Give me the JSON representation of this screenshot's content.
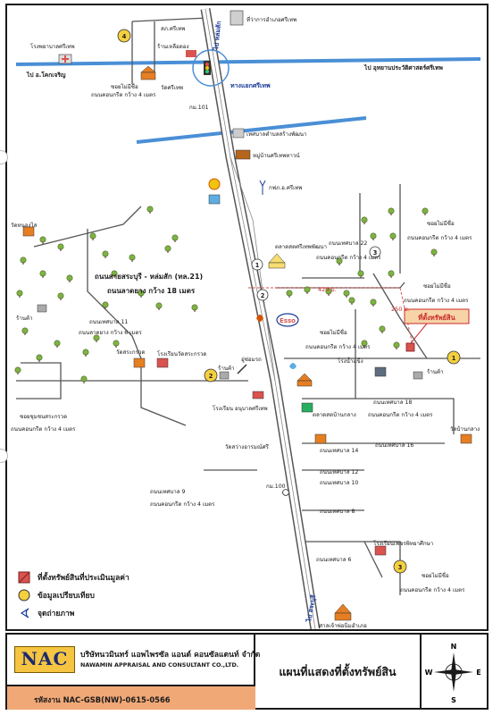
{
  "map": {
    "labels": {
      "hospital": "โรงพยาบาลศรีเทพ",
      "to_lopburi": "ไป อ.โคกเจริญ",
      "to_prasat": "ไป อุทยานประวัติศาสตร์ศรีเทพ",
      "police": "สภ.ศรีเทพ",
      "district_office": "ที่ว่าการอำเภอศรีเทพ",
      "hardware_shop": "ร้านเหลือดอง",
      "intersection": "ทางแยกศรีเทพ",
      "soi_nw": "ซอยไม่มีชื่อ",
      "soi_nw_road": "ถนนคอนกรีต กว้าง 4 เมตร",
      "wat_srithep": "วัดศรีเทพ",
      "km101": "กม.101",
      "municipality": "เทศบาลตำบลสร้างพัฒนา",
      "village": "หมู่บ้านศรีเทพทาวน์",
      "electric": "กฟภ.อ.ศรีเทพ",
      "wat_nongsai": "วัดหนองไส",
      "shop_left": "ร้านค้า",
      "market": "ตลาดสดศรีเทพพัฒนา",
      "road21_name": "ถนนสายสระบุรี - หล่มสัก (ทล.21)",
      "road21_width": "ถนนลาดยาง กว้าง 18 เมตร",
      "dist_420": "420 ม.",
      "dist_250": "250 ม.",
      "tesaban22": "ถนนเทศบาล 22",
      "tesaban22_road": "ถนนคอนกรีต กว้าง 4 เมตร",
      "soi_ne1": "ซอยไม่มีชื่อ",
      "soi_ne1_road": "ถนนคอนกรีต กว้าง 4 เมตร",
      "soi_ne2": "ซอยไม่มีชื่อ",
      "soi_ne2_road": "ถนนคอนกรีต กว้าง 4 เมตร",
      "soi_mid": "ซอยไม่มีชื่อ",
      "soi_mid_road": "ถนนคอนกรีต กว้าง 4 เมตร",
      "property": "ที่ตั้งทรัพย์สิน",
      "shop_right": "ร้านค้า",
      "restaurant": "โรงน้ำแข็ง",
      "tesaban11": "ถนนเทศบาล 11",
      "tesaban11_road": "ถนนลาดยาง กว้าง 6 เมตร",
      "wat_sakruat": "วัดสระกรวด",
      "school_sakruat": "โรงเรียนวัดสระกรวด",
      "esso": "Esso",
      "car_repair": "อู่ซ่อมรถ",
      "shop_mid": "ร้านค้า",
      "soi_chumchon": "ซอยชุมชนสระกรวด",
      "soi_chumchon_road": "ถนนคอนกรีต กว้าง 4 เมตร",
      "school_anuban": "โรงเรียน อนุบาลศรีเทพ",
      "market_klang": "ตลาดสดบ้านกลาง",
      "tesaban18": "ถนนเทศบาล 18",
      "tesaban18_road": "ถนนคอนกรีต กว้าง 4 เมตร",
      "wat_bankang": "วัดบ้านกลาง",
      "wat_sawang": "วัดสว่างอารมณ์ศรี",
      "tesaban14": "ถนนเทศบาล 14",
      "tesaban16": "ถนนเทศบาล 16",
      "tesaban12": "ถนนเทศบาล 12",
      "tesaban10": "ถนนเทศบาล 10",
      "tesaban9": "ถนนเทศบาล 9",
      "tesaban9_road": "ถนนคอนกรีต กว้าง 4 เมตร",
      "km100": "กม.100",
      "tesaban8": "ถนนเทศบาล 8",
      "school_phet": "โรงเรียนเพชรพิทยาศึกษา",
      "tesaban6": "ถนนเทศบาล 6",
      "soi_se": "ซอยไม่มีชื่อ",
      "soi_se_road": "ถนนคอนกรีต กว้าง 4 เมตร",
      "to_lomsak": "ไป หล่มสัก",
      "to_saraburi": "ไป สระบุรี",
      "shrine": "ศาลเจ้าพ่อนิ่มอำเภอ"
    },
    "markers": [
      "1",
      "2",
      "3",
      "4"
    ],
    "photo_points": [
      "1",
      "2"
    ]
  },
  "legend": {
    "items": [
      {
        "icon": "property-icon",
        "label": "ที่ตั้งทรัพย์สินที่ประเมินมูลค่า"
      },
      {
        "icon": "comparable-icon",
        "label": "ข้อมูลเปรียบเทียบ"
      },
      {
        "icon": "camera-point-icon",
        "label": "จุดถ่ายภาพ"
      }
    ]
  },
  "title_block": {
    "logo": "NAC",
    "company_th": "บริษัทนวมินทร์ แอพไพรซัล แอนด์ คอนซัลแตนท์ จำกัด",
    "company_en": "NAWAMIN APPRAISAL AND CONSULTANT CO.,LTD.",
    "map_title": "แผนที่แสดงที่ตั้งทรัพย์สิน",
    "code": "รหัสงาน  NAC-GSB(NW)-0615-0566",
    "compass": {
      "n": "N",
      "s": "S",
      "e": "E",
      "w": "W"
    }
  },
  "colors": {
    "road": "#5a5a5a",
    "highway_fill": "#ffffff",
    "blue_road": "#4a8fd6",
    "property": "#d9534f",
    "marker": "#f4d03f",
    "code_strip": "#f0a877"
  }
}
